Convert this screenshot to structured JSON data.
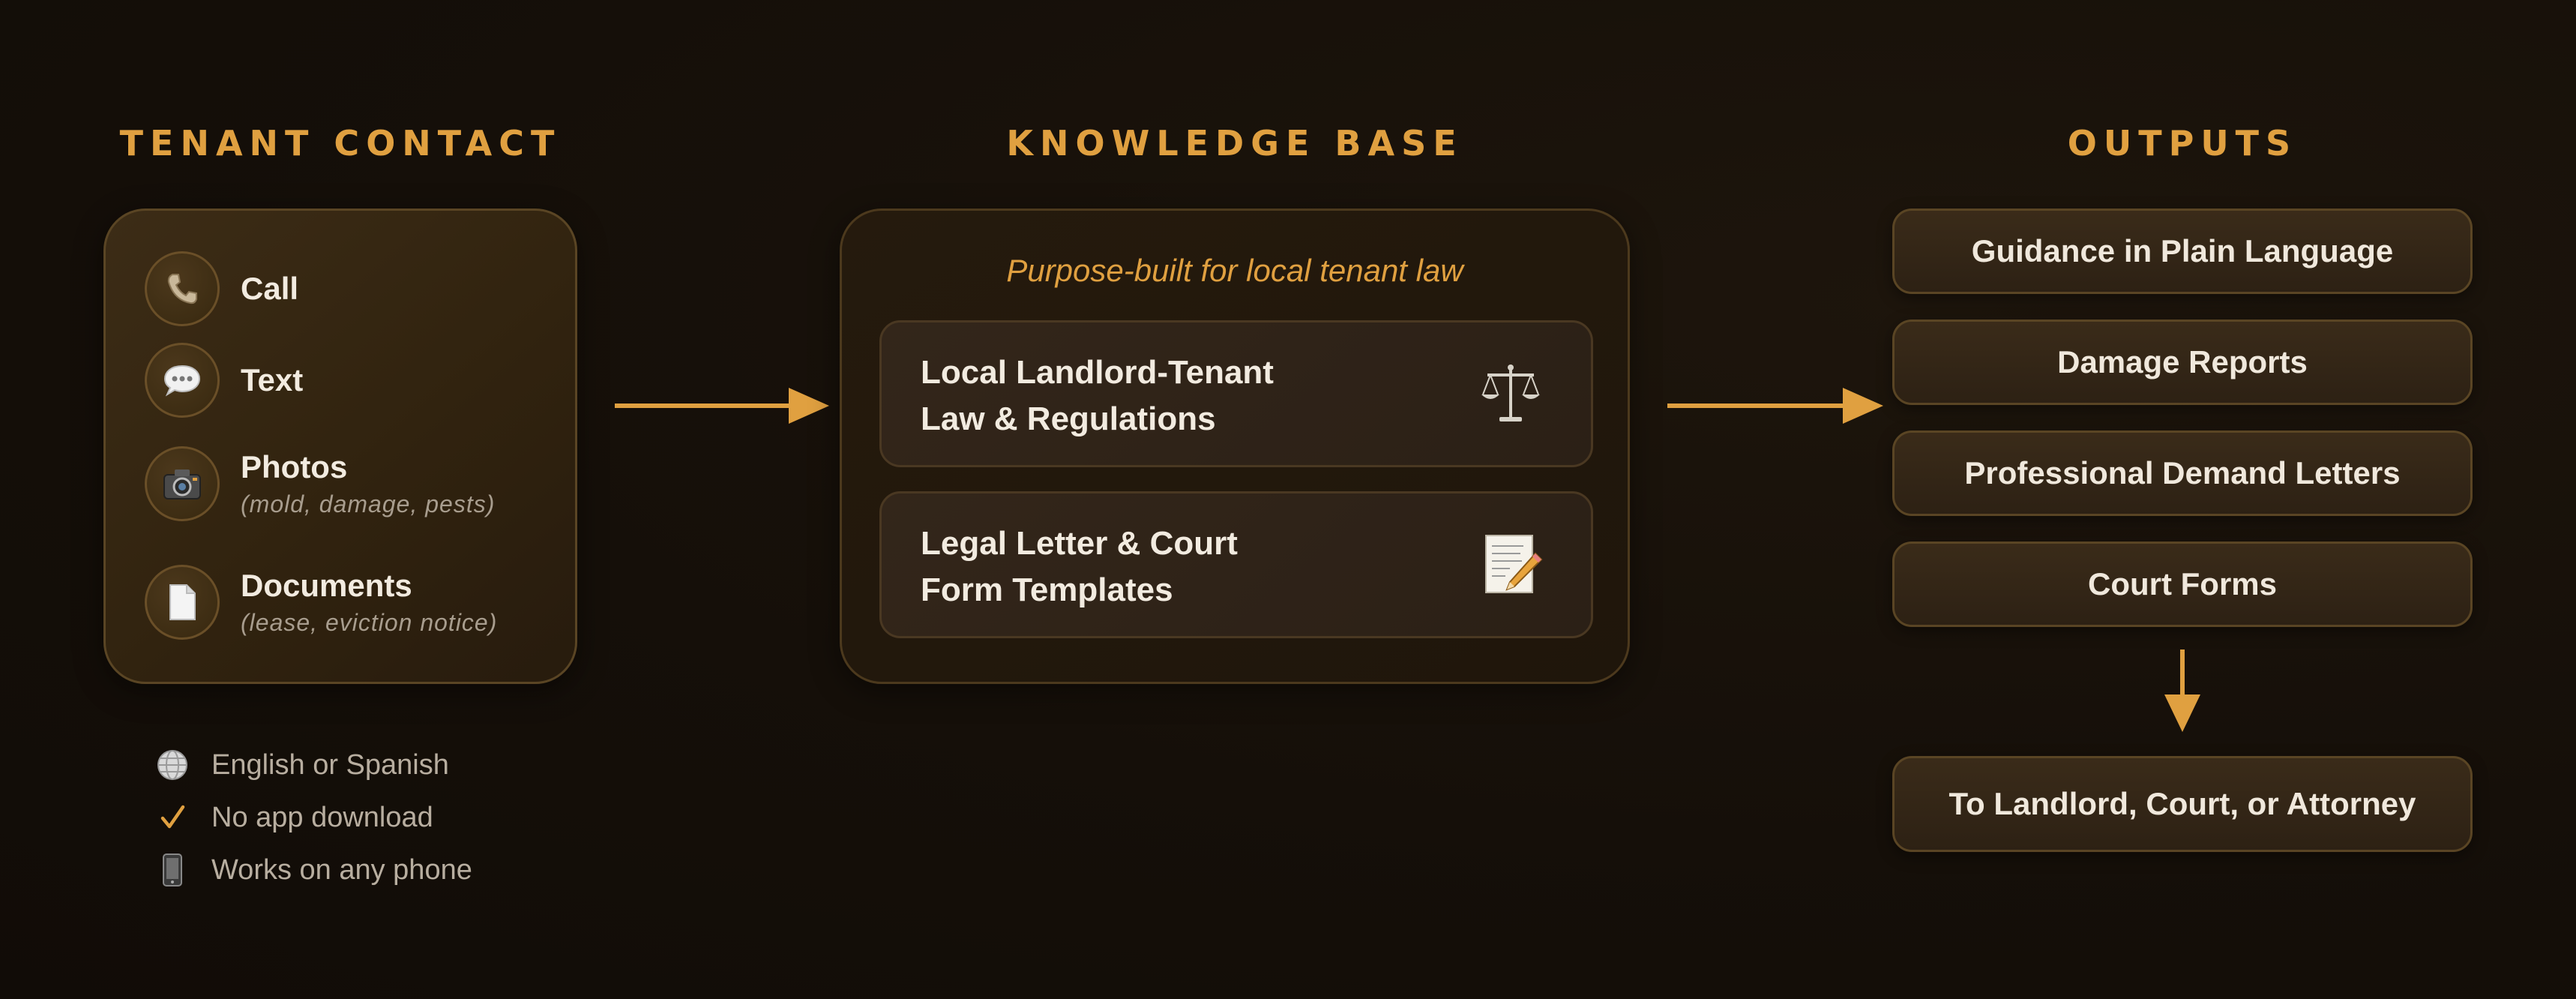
{
  "columns": {
    "contact_title": "TENANT CONTACT",
    "kb_title": "KNOWLEDGE BASE",
    "outputs_title": "OUTPUTS"
  },
  "contact": {
    "items": [
      {
        "label": "Call",
        "sub": "",
        "icon": "phone-icon"
      },
      {
        "label": "Text",
        "sub": "",
        "icon": "speech-bubble-icon"
      },
      {
        "label": "Photos",
        "sub": "(mold, damage, pests)",
        "icon": "camera-icon"
      },
      {
        "label": "Documents",
        "sub": "(lease, eviction notice)",
        "icon": "document-icon"
      }
    ]
  },
  "features": [
    {
      "label": "English or Spanish",
      "icon": "globe-icon"
    },
    {
      "label": "No app download",
      "icon": "checkmark-icon"
    },
    {
      "label": "Works on any phone",
      "icon": "mobile-phone-icon"
    }
  ],
  "knowledge_base": {
    "subtitle": "Purpose-built for local tenant law",
    "boxes": [
      {
        "line1": "Local Landlord-Tenant",
        "line2": "Law & Regulations",
        "icon": "scales-icon"
      },
      {
        "line1": "Legal Letter & Court",
        "line2": "Form Templates",
        "icon": "memo-pencil-icon"
      }
    ]
  },
  "outputs": {
    "items": [
      "Guidance in Plain Language",
      "Damage Reports",
      "Professional Demand Letters",
      "Court Forms"
    ],
    "destination": "To Landlord, Court, or Attorney"
  },
  "colors": {
    "accent": "#e0a040",
    "background": "#140e08",
    "card": "#33251a"
  }
}
